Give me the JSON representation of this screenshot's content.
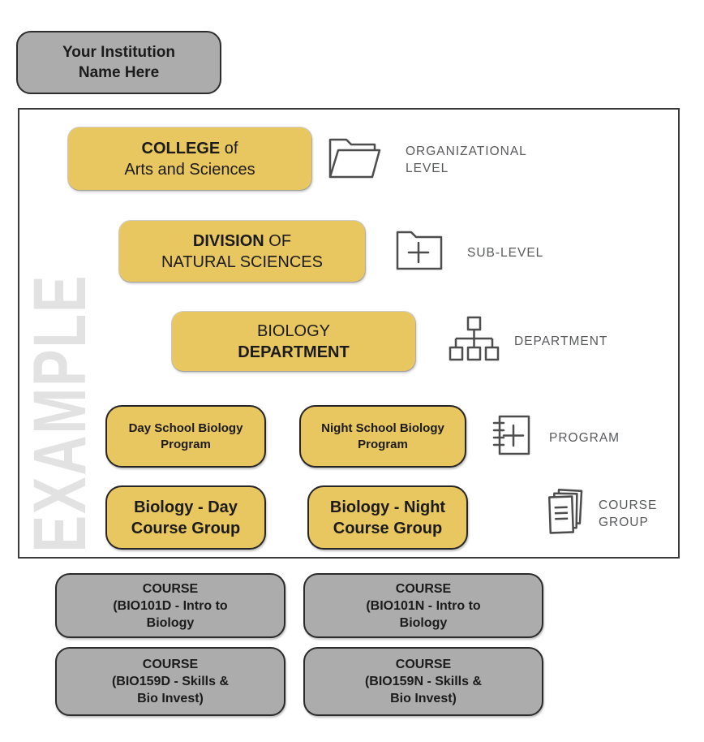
{
  "colors": {
    "accent_yellow": "#E9C760",
    "box_gray": "#ACACAC",
    "border_dark": "#2D2D2D",
    "label_gray": "#58595B",
    "watermark_gray": "#E2E2E2"
  },
  "institution": {
    "line1": "Your Institution",
    "line2": "Name Here"
  },
  "watermark": "EXAMPLE",
  "hierarchy": {
    "college": {
      "bold": "COLLEGE",
      "rest": " of",
      "line2": "Arts and Sciences"
    },
    "division": {
      "bold": "DIVISION",
      "rest": " OF",
      "line2": "NATURAL SCIENCES"
    },
    "department": {
      "line1": "BIOLOGY",
      "bold": "DEPARTMENT"
    },
    "program_day": {
      "line1": "Day School Biology",
      "line2": "Program"
    },
    "program_night": {
      "line1": "Night School Biology",
      "line2": "Program"
    },
    "course_group_day": {
      "line1": "Biology - Day",
      "line2": "Course Group"
    },
    "course_group_night": {
      "line1": "Biology - Night",
      "line2": "Course Group"
    }
  },
  "legend": {
    "org_level": {
      "line1": "ORGANIZATIONAL",
      "line2": "LEVEL"
    },
    "sub_level": {
      "line1": "SUB-LEVEL"
    },
    "department": {
      "line1": "DEPARTMENT"
    },
    "program": {
      "line1": "PROGRAM"
    },
    "course_group": {
      "line1": "COURSE",
      "line2": "GROUP"
    }
  },
  "courses": [
    {
      "line1": "COURSE",
      "line2": "(BIO101D - Intro to",
      "line3": "Biology"
    },
    {
      "line1": "COURSE",
      "line2": "(BIO101N - Intro to",
      "line3": "Biology"
    },
    {
      "line1": "COURSE",
      "line2": "(BIO159D - Skills &",
      "line3": "Bio Invest)"
    },
    {
      "line1": "COURSE",
      "line2": "(BIO159N - Skills &",
      "line3": "Bio Invest)"
    }
  ]
}
